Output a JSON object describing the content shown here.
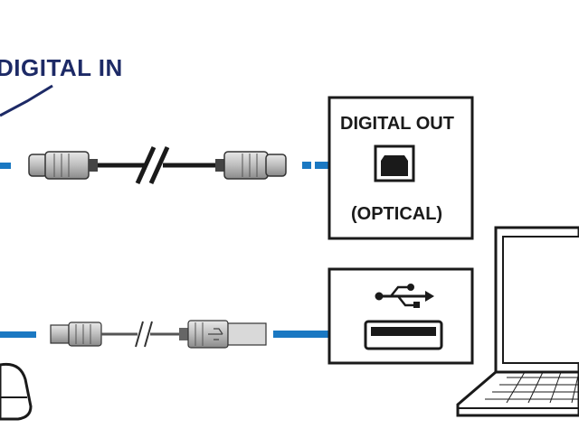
{
  "labels": {
    "digital_in": "DIGITAL IN",
    "digital_out": "DIGITAL OUT",
    "optical": "(OPTICAL)"
  },
  "icons": {
    "usb_symbol": "usb-trident-icon",
    "optical_port": "optical-port-icon",
    "usb_port": "usb-a-port-icon",
    "laptop": "laptop-icon",
    "speaker": "speaker-icon"
  },
  "colors": {
    "arrow": "#1a78c2",
    "label_blue": "#1d2a66",
    "outline": "#1a1a1a"
  }
}
